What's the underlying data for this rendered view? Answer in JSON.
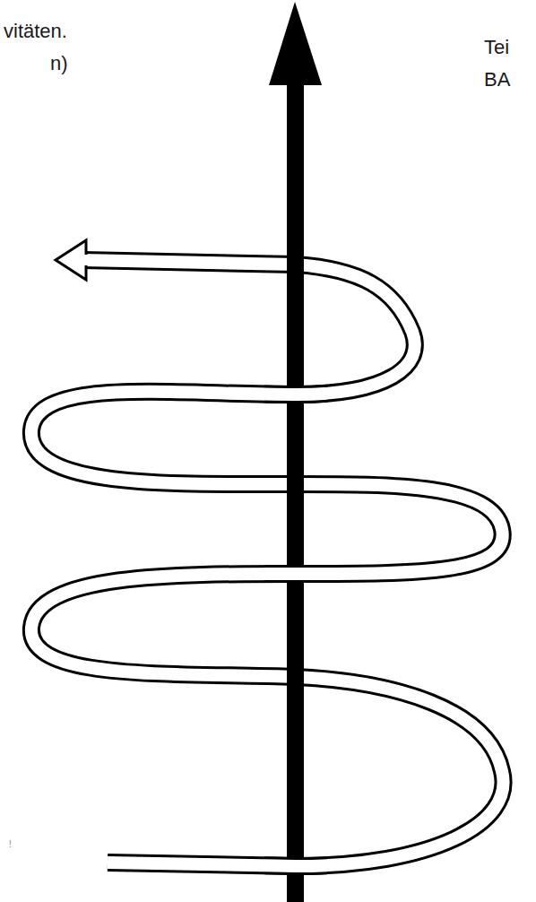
{
  "diagram": {
    "labels": [
      "vitäten.",
      "n)",
      "Tei",
      "BA",
      "!"
    ]
  }
}
